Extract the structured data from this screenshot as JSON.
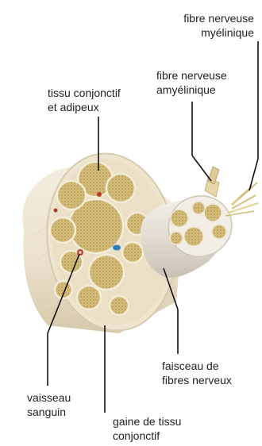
{
  "labels": {
    "fibre_myelinique": [
      "fibre nerveuse",
      "myélinique"
    ],
    "fibre_amyelinique": [
      "fibre nerveuse",
      "amyélinique"
    ],
    "tissu_conjonctif": [
      "tissu conjonctif",
      "et adipeux"
    ],
    "faisceau": [
      "faisceau de",
      "fibres nerveux"
    ],
    "vaisseau": [
      "vaisseau",
      "sanguin"
    ],
    "gaine": [
      "gaine de tissu",
      "conjonctif"
    ]
  },
  "colors": {
    "sheath": "#efe6d4",
    "sheath_shadow": "#d8ccb2",
    "fascicle_fill": "#d4bf7e",
    "fascicle_edge": "#f3ecd9",
    "connective": "#e9dfc6",
    "vessel_red": "#c0392b",
    "vessel_blue": "#2e7fb8",
    "leader_line": "#111111"
  }
}
